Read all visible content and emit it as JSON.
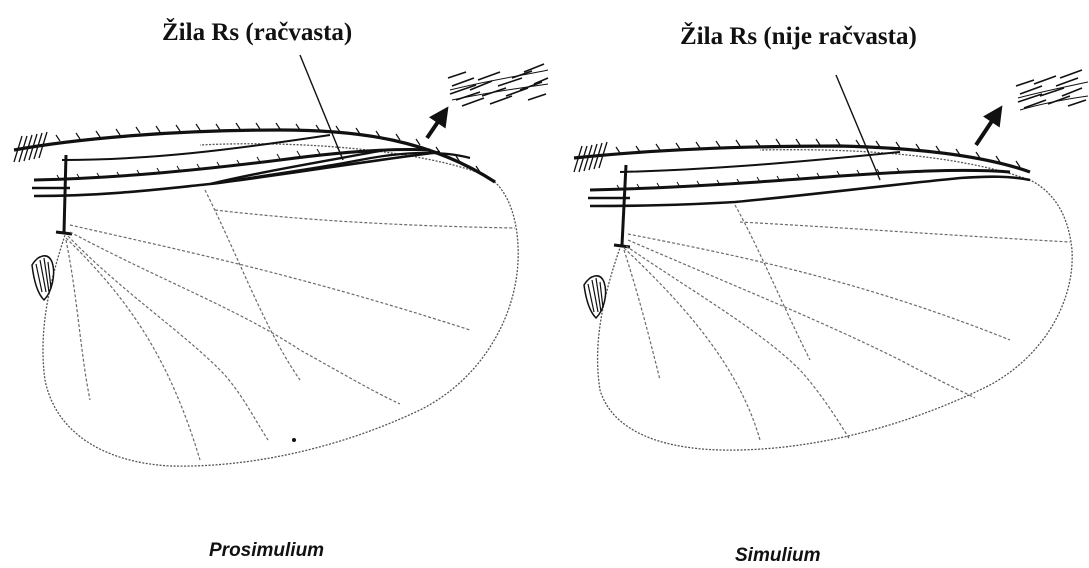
{
  "panels": [
    {
      "callout": "Žila Rs (račvasta)",
      "genus": "Prosimulium"
    },
    {
      "callout": "Žila Rs (nije račvasta)",
      "genus": "Simulium"
    }
  ],
  "colors": {
    "ink": "#111111",
    "faint_vein": "#6a6a6a",
    "background": "#ffffff"
  }
}
